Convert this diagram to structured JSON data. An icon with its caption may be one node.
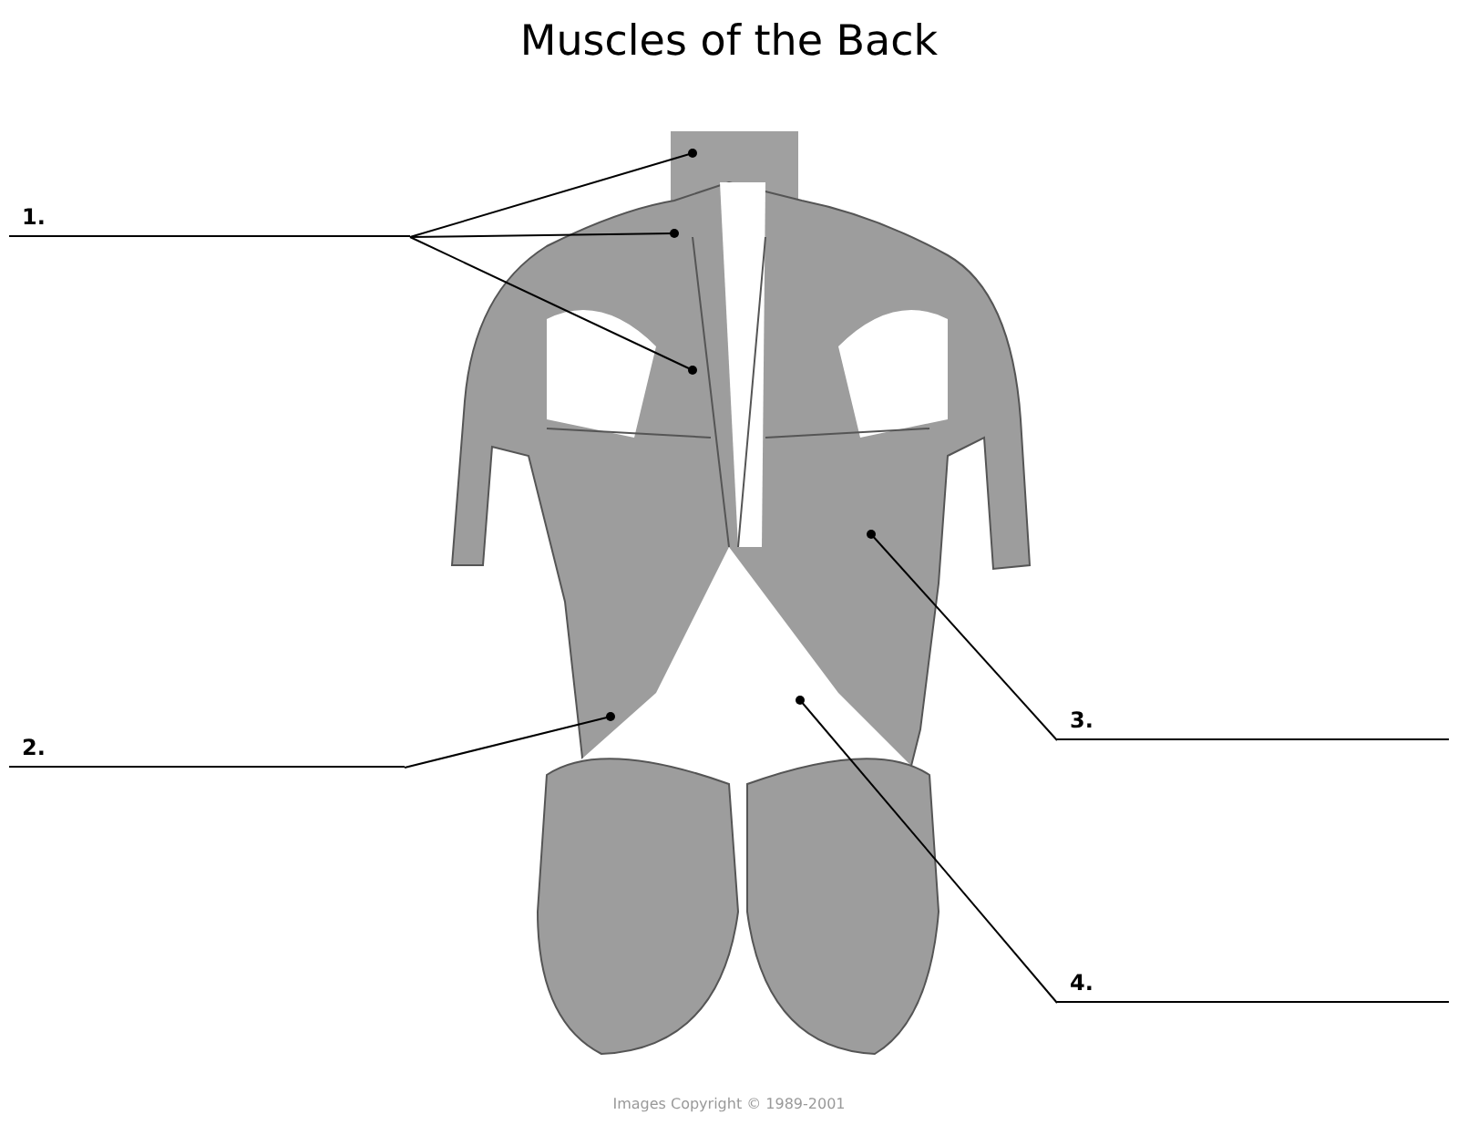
{
  "diagram": {
    "title": "Muscles of the Back",
    "nodes": [
      {
        "text": [
          "1."
        ]
      },
      {
        "text": [
          "2."
        ]
      },
      {
        "text": [
          "3."
        ]
      },
      {
        "text": [
          "4."
        ]
      }
    ],
    "edges": [
      {
        "from": 0,
        "to": null,
        "arrow": "other"
      },
      {
        "from": 0,
        "to": null,
        "arrow": "other"
      },
      {
        "from": 0,
        "to": null,
        "arrow": "other"
      },
      {
        "from": 1,
        "to": null,
        "arrow": "other"
      },
      {
        "from": 2,
        "to": null,
        "arrow": "other"
      },
      {
        "from": 3,
        "to": null,
        "arrow": "other"
      }
    ],
    "labels": [
      "Images Copyright © 1989-2001"
    ]
  }
}
